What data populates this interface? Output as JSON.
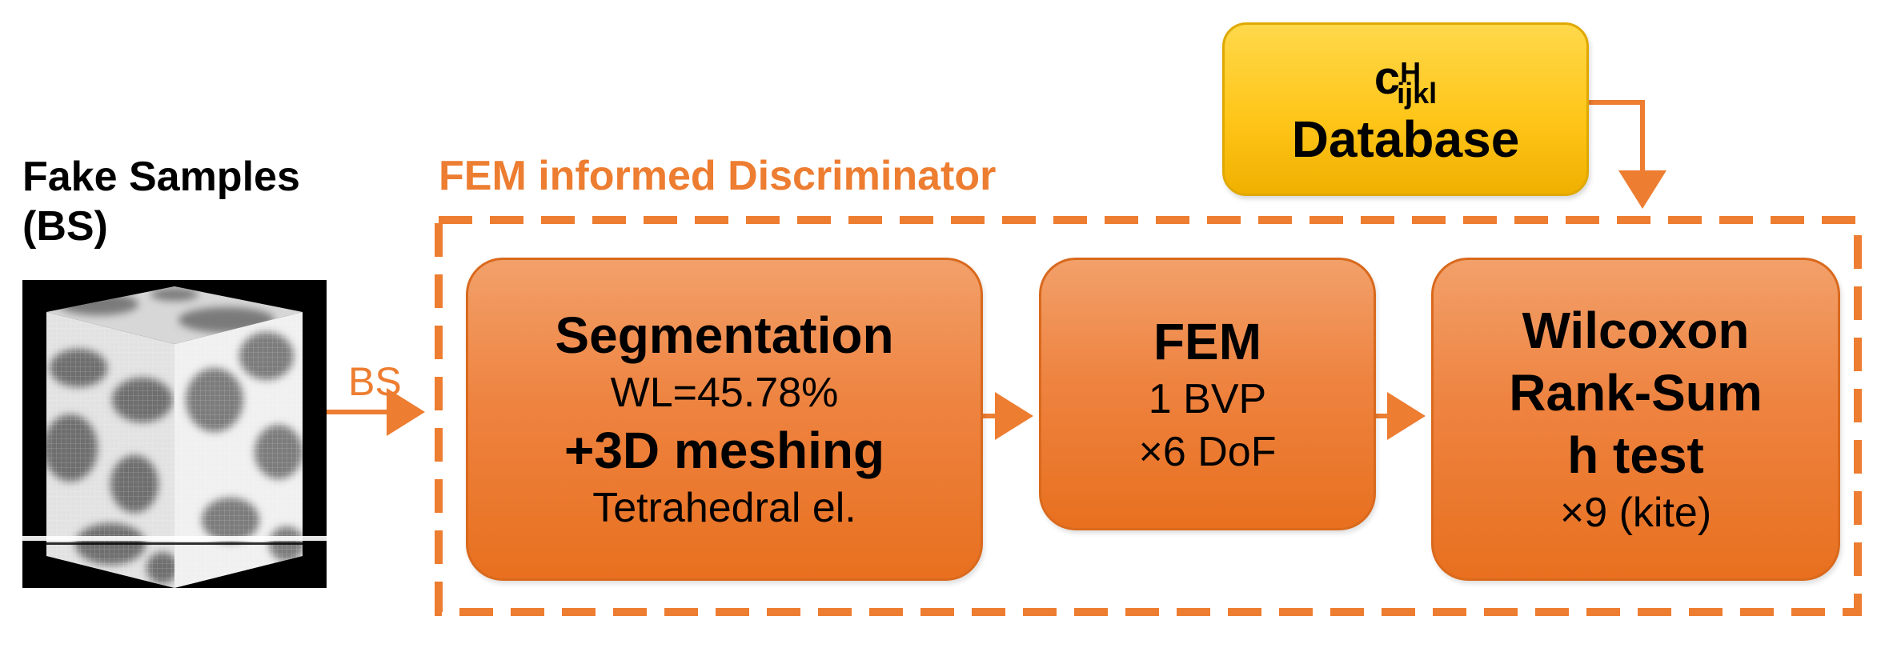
{
  "left_panel": {
    "title_line1": "Fake Samples",
    "title_line2": "(BS)",
    "arrow_label": "BS"
  },
  "discriminator": {
    "title": "FEM informed Discriminator"
  },
  "boxes": {
    "segmentation": {
      "title": "Segmentation",
      "line2": "WL=45.78%",
      "title2": "+3D meshing",
      "line4": "Tetrahedral el."
    },
    "fem": {
      "title": "FEM",
      "line2": "1 BVP",
      "line3": "×6 DoF"
    },
    "wilcoxon": {
      "title_line1": "Wilcoxon",
      "title_line2": "Rank-Sum",
      "title_line3": "h test",
      "line4": "×9 (kite)"
    }
  },
  "database": {
    "symbol_base": "c",
    "symbol_sup": "H",
    "symbol_sub": "ijkl",
    "label": "Database"
  },
  "colors": {
    "accent_orange": "#ED7D31",
    "box_orange": "#EE8340",
    "database_yellow": "#FFC61A"
  }
}
